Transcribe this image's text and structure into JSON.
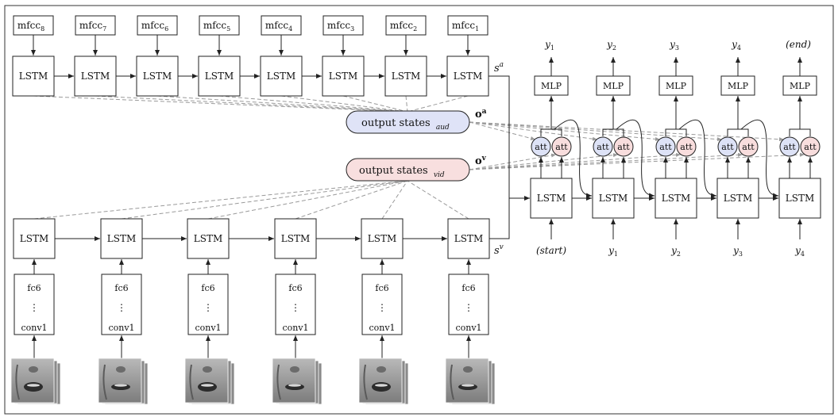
{
  "audio_encoder": {
    "inputs": [
      {
        "base": "mfcc",
        "sub": "8"
      },
      {
        "base": "mfcc",
        "sub": "7"
      },
      {
        "base": "mfcc",
        "sub": "6"
      },
      {
        "base": "mfcc",
        "sub": "5"
      },
      {
        "base": "mfcc",
        "sub": "4"
      },
      {
        "base": "mfcc",
        "sub": "3"
      },
      {
        "base": "mfcc",
        "sub": "2"
      },
      {
        "base": "mfcc",
        "sub": "1"
      }
    ],
    "cell_label": "LSTM",
    "state_label": {
      "base": "s",
      "sup": "a"
    }
  },
  "video_encoder": {
    "cell_label": "LSTM",
    "cnn_top": "fc6",
    "cnn_dots": "⋮",
    "cnn_bottom": "conv1",
    "frame_count": 6,
    "state_label": {
      "base": "s",
      "sup": "v"
    }
  },
  "output_states": {
    "audio": {
      "text": "output states",
      "sub": "aud",
      "fill": "#dfe3f7",
      "vector": "o",
      "vector_sup": "a"
    },
    "video": {
      "text": "output states",
      "sub": "vid",
      "fill": "#f8dfdf",
      "vector": "o",
      "vector_sup": "v"
    }
  },
  "decoder": {
    "cell_label": "LSTM",
    "mlp_label": "MLP",
    "att_label": "att",
    "att_colors": {
      "audio": "#dde2f6",
      "video": "#f8dddd"
    },
    "outputs": [
      {
        "base": "y",
        "sub": "1"
      },
      {
        "base": "y",
        "sub": "2"
      },
      {
        "base": "y",
        "sub": "3"
      },
      {
        "base": "y",
        "sub": "4"
      },
      {
        "base": "(end)",
        "sub": ""
      }
    ],
    "inputs": [
      {
        "base": "(start)",
        "sub": ""
      },
      {
        "base": "y",
        "sub": "1"
      },
      {
        "base": "y",
        "sub": "2"
      },
      {
        "base": "y",
        "sub": "3"
      },
      {
        "base": "y",
        "sub": "4"
      }
    ]
  }
}
